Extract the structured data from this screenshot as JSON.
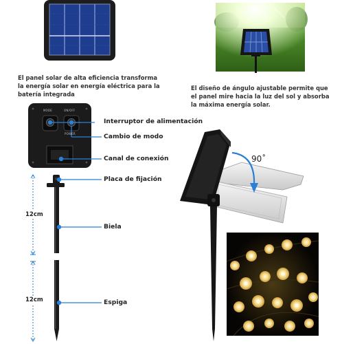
{
  "panel_caption": [
    "El panel solar de alta eficiencia transforma",
    "la energía solar en energía eléctrica para la",
    "batería integrada"
  ],
  "angle_caption": [
    "El diseño de ángulo ajustable permite que",
    "el panel mire hacia la luz del sol y absorba",
    "la máxima energía solar."
  ],
  "labels": {
    "power_switch": "Interruptor de alimentación",
    "mode_change": "Cambio de modo",
    "connection_channel": "Canal de conexión",
    "mounting_plate": "Placa de fijación",
    "rod": "Biela",
    "spike": "Espiga"
  },
  "dimensions": {
    "upper": "12cm",
    "lower": "12cm"
  },
  "rotation_angle": "90˚",
  "device_text": {
    "mode": "MODE",
    "on_off": "ON/OFF",
    "power": "POWER"
  },
  "colors": {
    "accent_blue": "#2a7fd6",
    "panel_blue": "#1f3d8f",
    "housing": "#1b1b1b"
  }
}
